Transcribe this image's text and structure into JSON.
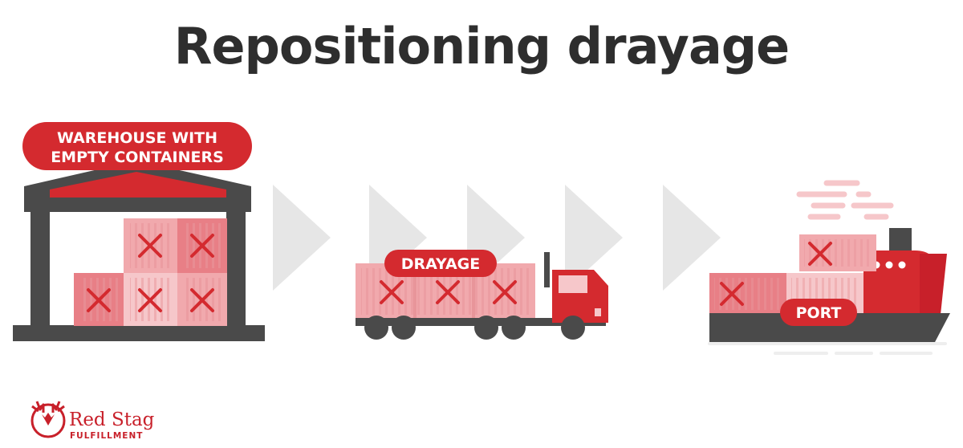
{
  "title": "Repositioning drayage",
  "labels": {
    "warehouse_line1": "WAREHOUSE WITH",
    "warehouse_line2": "EMPTY CONTAINERS",
    "drayage": "DRAYAGE",
    "port": "PORT"
  },
  "logo": {
    "name": "Red Stag",
    "sub": "FULFILLMENT"
  },
  "colors": {
    "brand_red": "#d42a2f",
    "container_pink": "#f1a9ad",
    "dark_gray": "#4a4a4a",
    "arrow_gray": "#e6e6e6",
    "title_text": "#2e2e2e"
  },
  "icons": [
    "warehouse-icon",
    "truck-icon",
    "ship-icon",
    "chevron-arrow-icon",
    "stag-logo-icon"
  ]
}
